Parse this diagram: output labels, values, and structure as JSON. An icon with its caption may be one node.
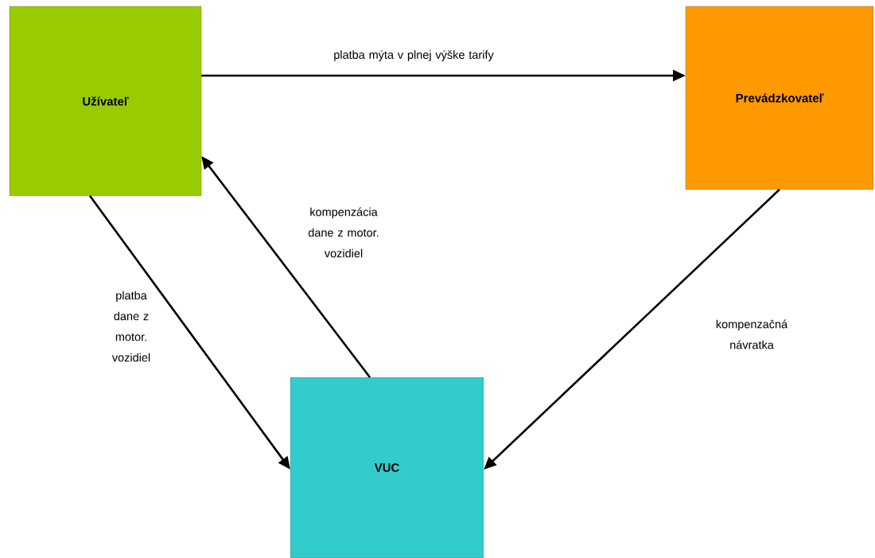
{
  "diagram": {
    "nodes": [
      {
        "text": [
          "Užívateľ"
        ]
      },
      {
        "text": [
          "Prevádzkovateľ"
        ]
      },
      {
        "text": [
          "VUC"
        ]
      }
    ],
    "edges": [
      {
        "from": 0,
        "to": 1,
        "arrow": "to",
        "label": "platba mýta v plnej výške tarify"
      },
      {
        "from": 2,
        "to": 0,
        "arrow": "to",
        "label": "kompenzácia dane z motor. vozidiel"
      },
      {
        "from": 0,
        "to": 2,
        "arrow": "to",
        "label": "platba dane z motor. vozidiel"
      },
      {
        "from": 1,
        "to": 2,
        "arrow": "to",
        "label": "kompenzačná návratka"
      }
    ]
  }
}
